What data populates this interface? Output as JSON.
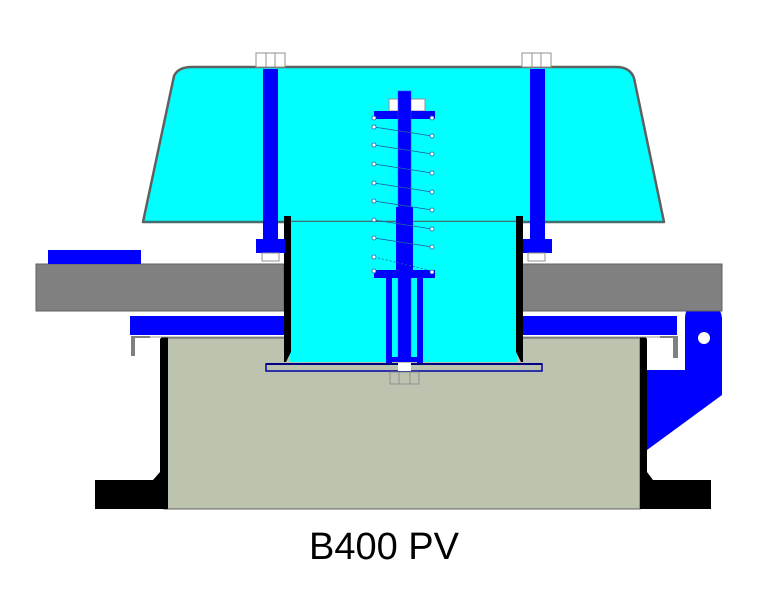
{
  "title": "B400 PV",
  "colors": {
    "hood": "#00ffff",
    "steel_blue": "#0000ff",
    "roof_deck": "#808080",
    "curb_fill": "#bcc4b0",
    "flange": "#000000",
    "outline": "#606060"
  },
  "components": [
    {
      "id": "weather-hood",
      "label": "Weather hood (cyan)"
    },
    {
      "id": "hood-tie-rod-left",
      "label": "Hood tie rod left"
    },
    {
      "id": "hood-tie-rod-right",
      "label": "Hood tie rod right"
    },
    {
      "id": "center-spindle",
      "label": "Center spindle with spring"
    },
    {
      "id": "compression-spring",
      "label": "Compression spring",
      "coils": 8
    },
    {
      "id": "throat-sleeve",
      "label": "Throat sleeve"
    },
    {
      "id": "valve-pallet",
      "label": "Valve pallet"
    },
    {
      "id": "roof-deck",
      "label": "Roof deck"
    },
    {
      "id": "mounting-ring",
      "label": "Mounting ring"
    },
    {
      "id": "curb-body",
      "label": "Curb body"
    },
    {
      "id": "base-flange",
      "label": "Base flange"
    },
    {
      "id": "hinge-bracket",
      "label": "Hinge bracket"
    },
    {
      "id": "roof-plate-left",
      "label": "Roof plate"
    }
  ]
}
